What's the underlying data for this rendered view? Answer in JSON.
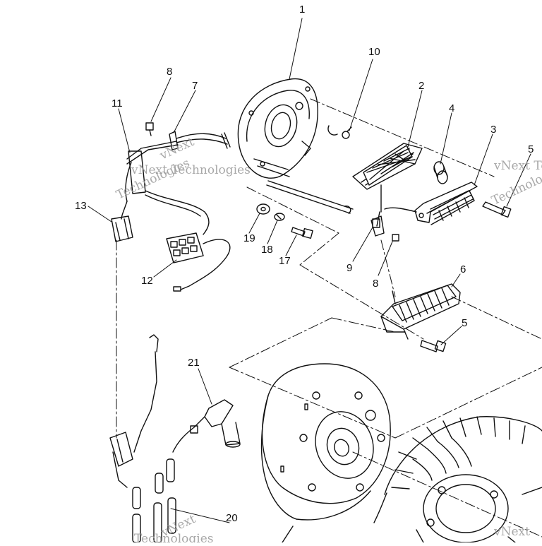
{
  "callouts": {
    "n1": "1",
    "n2": "2",
    "n3": "3",
    "n4": "4",
    "n5a": "5",
    "n5b": "5",
    "n6": "6",
    "n7": "7",
    "n8a": "8",
    "n8b": "8",
    "n9": "9",
    "n10": "10",
    "n11": "11",
    "n12": "12",
    "n13": "13",
    "n17": "17",
    "n18": "18",
    "n19": "19",
    "n20": "20",
    "n21": "21"
  },
  "watermark": {
    "line1": "vNext",
    "line2": "Technologies",
    "full": "vNext Technologies"
  },
  "colors": {
    "ink": "#111111",
    "paper": "#ffffff",
    "watermark": "#9a9a9a"
  }
}
